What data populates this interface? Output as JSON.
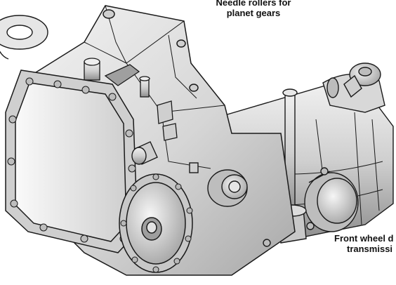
{
  "callouts": {
    "top": {
      "line1": "Needle rollers for",
      "line2": "planet gears"
    },
    "bottom": {
      "line1": "Front wheel d",
      "line2": "transmissi"
    }
  },
  "colors": {
    "body": "#dcdcdc",
    "body_light": "#f2f2f2",
    "body_shadow": "#9a9a9a",
    "outline": "#1a1a1a"
  }
}
